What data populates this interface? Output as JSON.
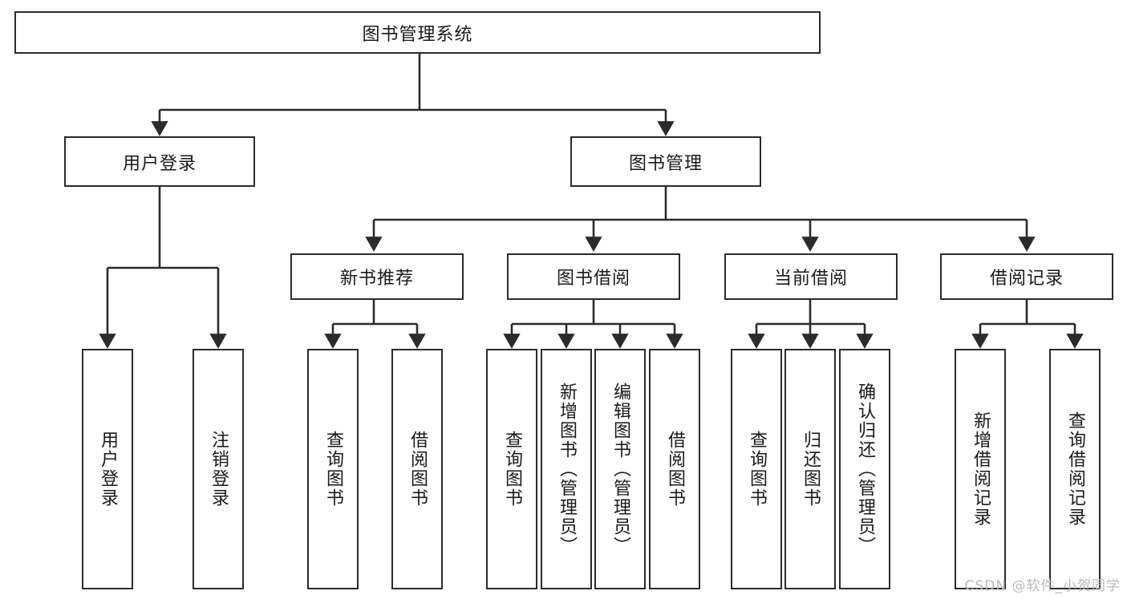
{
  "diagram": {
    "title": "图书管理系统",
    "type": "tree-hierarchy",
    "watermark": "CSDN @软件_小贺同学",
    "colors": {
      "box_border": "#2b2b2b",
      "box_fill": "#ffffff",
      "edge": "#2b2b2b",
      "text": "#1a1a1a",
      "watermark": "#b9b9b9",
      "background": "#ffffff"
    },
    "nodes": {
      "root": {
        "label": "图书管理系统",
        "orientation": "horizontal"
      },
      "level2": [
        {
          "id": "user-login",
          "label": "用户登录",
          "orientation": "horizontal"
        },
        {
          "id": "book-manage",
          "label": "图书管理",
          "orientation": "horizontal"
        }
      ],
      "level3": [
        {
          "id": "new-book-recommend",
          "label": "新书推荐",
          "orientation": "horizontal"
        },
        {
          "id": "book-borrow",
          "label": "图书借阅",
          "orientation": "horizontal"
        },
        {
          "id": "current-borrow",
          "label": "当前借阅",
          "orientation": "horizontal"
        },
        {
          "id": "borrow-record",
          "label": "借阅记录",
          "orientation": "horizontal"
        }
      ],
      "leaves": [
        {
          "id": "leaf-user-login",
          "label": "用户登录",
          "parent": "user-login"
        },
        {
          "id": "leaf-user-logout",
          "label": "注销登录",
          "parent": "user-login"
        },
        {
          "id": "leaf-query-book-1",
          "label": "查询图书",
          "parent": "new-book-recommend"
        },
        {
          "id": "leaf-borrow-book-1",
          "label": "借阅图书",
          "parent": "new-book-recommend"
        },
        {
          "id": "leaf-query-book-2",
          "label": "查询图书",
          "parent": "book-borrow"
        },
        {
          "id": "leaf-add-book",
          "label": "新增图书（管理员）",
          "parent": "book-borrow"
        },
        {
          "id": "leaf-edit-book",
          "label": "编辑图书（管理员）",
          "parent": "book-borrow"
        },
        {
          "id": "leaf-borrow-book-2",
          "label": "借阅图书",
          "parent": "book-borrow"
        },
        {
          "id": "leaf-query-book-3",
          "label": "查询图书",
          "parent": "current-borrow"
        },
        {
          "id": "leaf-return-book",
          "label": "归还图书",
          "parent": "current-borrow"
        },
        {
          "id": "leaf-confirm-return",
          "label": "确认归还（管理员）",
          "parent": "current-borrow"
        },
        {
          "id": "leaf-add-record",
          "label": "新增借阅记录",
          "parent": "borrow-record"
        },
        {
          "id": "leaf-query-record",
          "label": "查询借阅记录",
          "parent": "borrow-record"
        }
      ]
    }
  }
}
